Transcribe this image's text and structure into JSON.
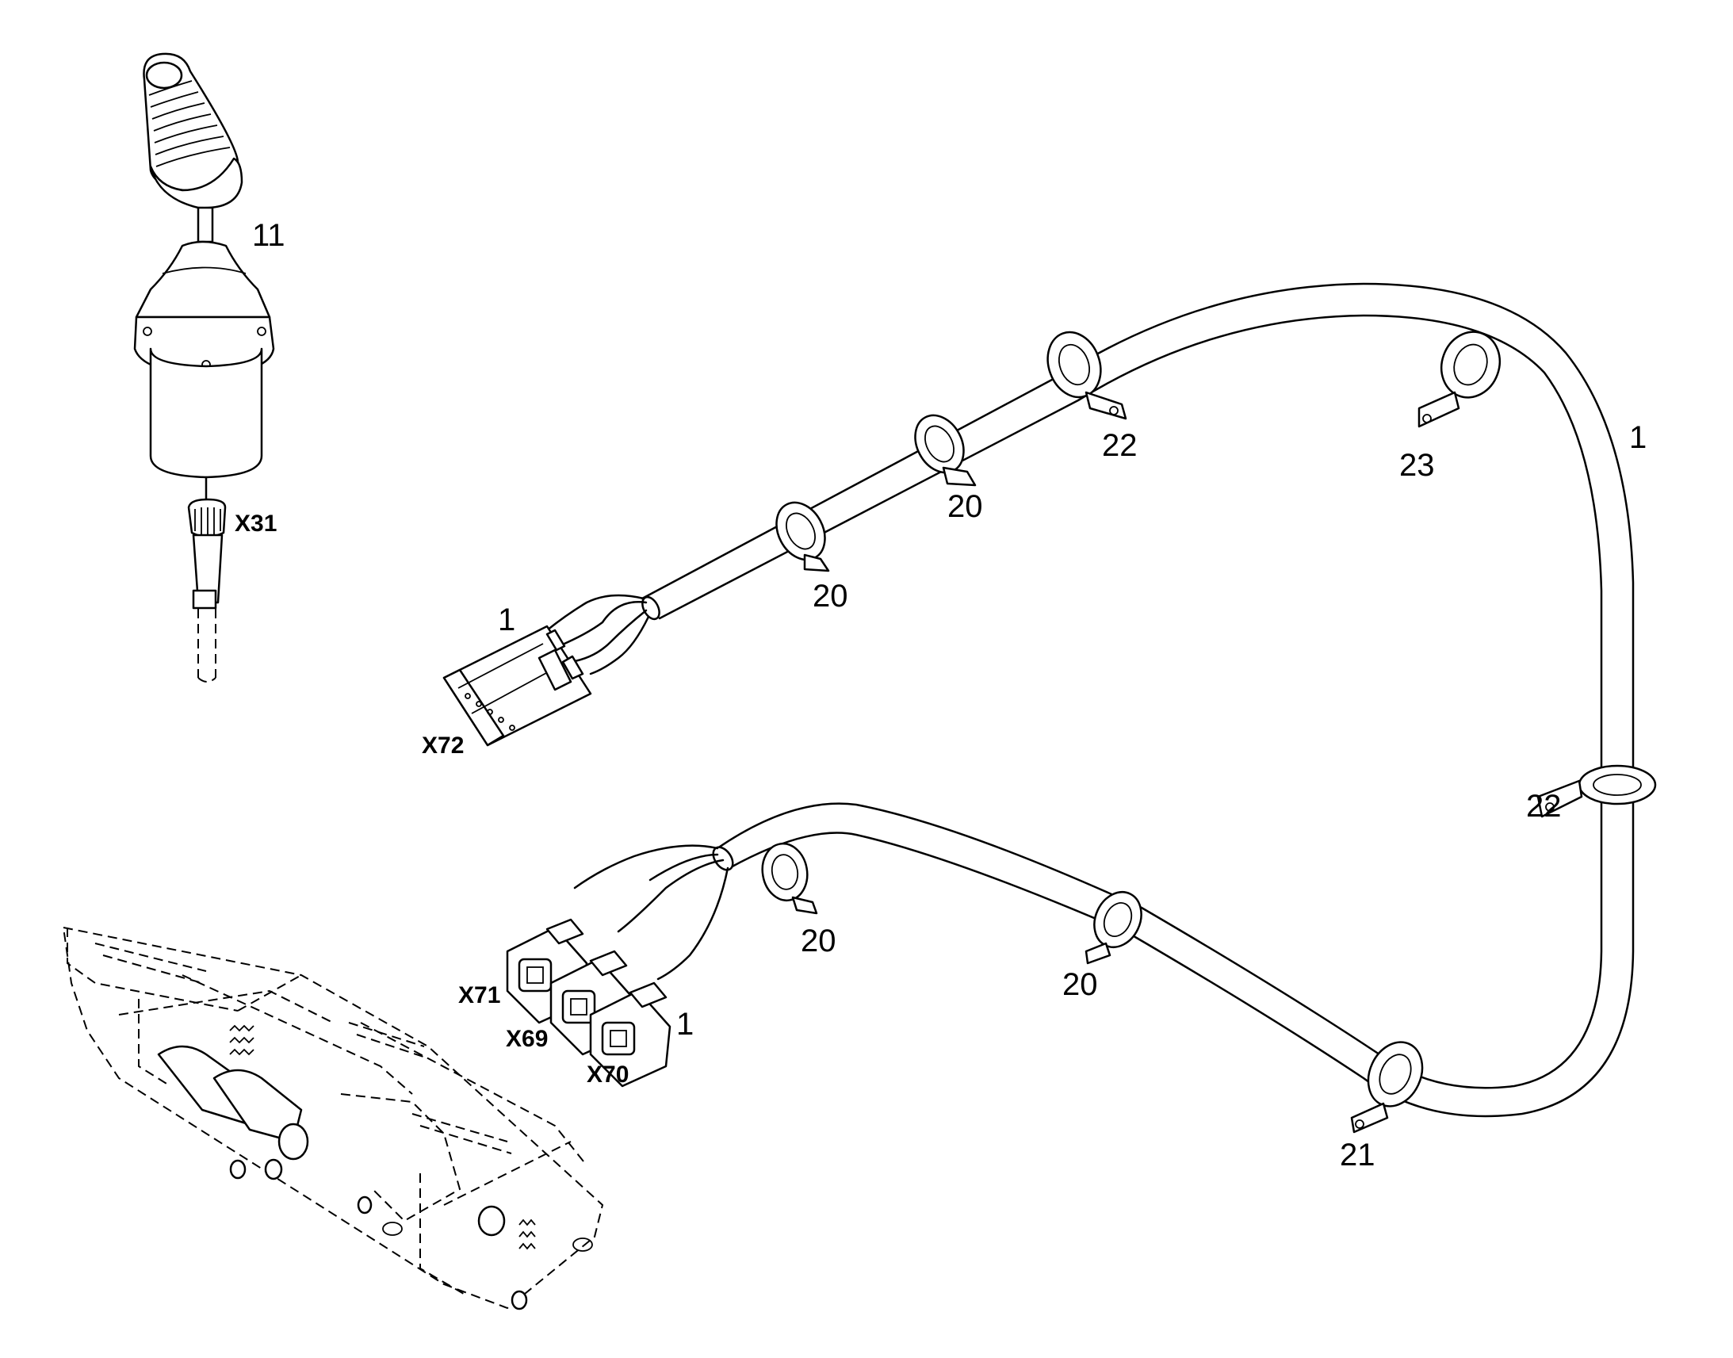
{
  "callouts": {
    "joystick": "11",
    "harness_top_right": "1",
    "harness_x72": "1",
    "harness_x70": "1",
    "clamp_22_top": "22",
    "clamp_23": "23",
    "clamp_20_a": "20",
    "clamp_20_b": "20",
    "clamp_22_right": "22",
    "clamp_20_c": "20",
    "clamp_20_d": "20",
    "clamp_21": "21"
  },
  "connectors": {
    "x31": "X31",
    "x72": "X72",
    "x71": "X71",
    "x69": "X69",
    "x70": "X70"
  }
}
